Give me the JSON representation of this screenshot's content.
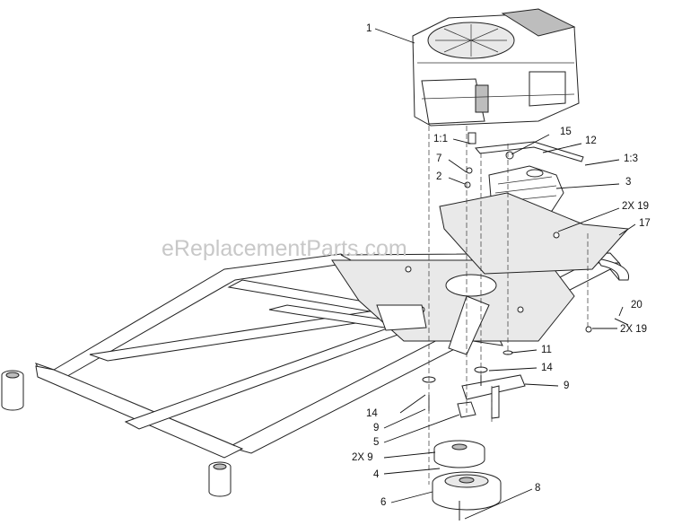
{
  "watermark": "eReplacementParts.com",
  "callouts": [
    {
      "id": "c1",
      "text": "1"
    },
    {
      "id": "c1-1",
      "text": "1:1"
    },
    {
      "id": "c15",
      "text": "15"
    },
    {
      "id": "c12",
      "text": "12"
    },
    {
      "id": "c7",
      "text": "7"
    },
    {
      "id": "c1-3",
      "text": "1:3"
    },
    {
      "id": "c2",
      "text": "2"
    },
    {
      "id": "c3",
      "text": "3"
    },
    {
      "id": "c2x19a",
      "text": "2X 19"
    },
    {
      "id": "c17",
      "text": "17"
    },
    {
      "id": "c20",
      "text": "20"
    },
    {
      "id": "c2x19b",
      "text": "2X 19"
    },
    {
      "id": "c11",
      "text": "11"
    },
    {
      "id": "c14a",
      "text": "14"
    },
    {
      "id": "c9a",
      "text": "9"
    },
    {
      "id": "c14b",
      "text": "14"
    },
    {
      "id": "c9b",
      "text": "9"
    },
    {
      "id": "c5",
      "text": "5"
    },
    {
      "id": "c2x9",
      "text": "2X 9"
    },
    {
      "id": "c4",
      "text": "4"
    },
    {
      "id": "c8",
      "text": "8"
    },
    {
      "id": "c6",
      "text": "6"
    }
  ]
}
